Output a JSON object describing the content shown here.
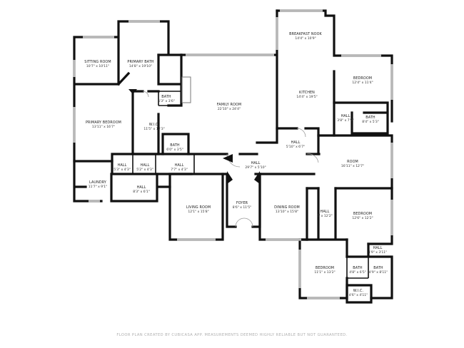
{
  "rooms": [
    {
      "id": "sitting-room",
      "name": "SITTING ROOM",
      "size": "10'7\" x 10'11\""
    },
    {
      "id": "primary-bath",
      "name": "PRIMARY BATH",
      "size": "14'8\" x 19'10\""
    },
    {
      "id": "bath-1",
      "name": "BATH",
      "size": "5'3\" x 3'6\""
    },
    {
      "id": "primary-bedroom",
      "name": "PRIMARY BEDROOM",
      "size": "13'11\" x 16'7\""
    },
    {
      "id": "wic-1",
      "name": "W.I.C.",
      "size": "11'5\" x 12'3\""
    },
    {
      "id": "bath-2",
      "name": "BATH",
      "size": "6'0\" x 3'5\""
    },
    {
      "id": "family-room",
      "name": "FAMILY ROOM",
      "size": "22'10\" x 24'4\""
    },
    {
      "id": "breakfast-nook",
      "name": "BREAKFAST NOOK",
      "size": "14'4\" x 10'9\""
    },
    {
      "id": "kitchen",
      "name": "KITCHEN",
      "size": "14'4\" x 19'5\""
    },
    {
      "id": "bedroom-1",
      "name": "BEDROOM",
      "size": "12'4\" x 11'4\""
    },
    {
      "id": "hall-1",
      "name": "HALL",
      "size": "3'8\" x 7'9\""
    },
    {
      "id": "bath-3",
      "name": "BATH",
      "size": "8'4\" x 5'3\""
    },
    {
      "id": "hall-2",
      "name": "HALL",
      "size": "5'10\" x 6'7\""
    },
    {
      "id": "room",
      "name": "ROOM",
      "size": "16'11\" x 12'7\""
    },
    {
      "id": "hall-3",
      "name": "HALL",
      "size": "5'3\" x 4'3\""
    },
    {
      "id": "hall-4",
      "name": "HALL",
      "size": "5'2\" x 4'3\""
    },
    {
      "id": "hall-5",
      "name": "HALL",
      "size": "7'7\" x 4'3\""
    },
    {
      "id": "hall-6",
      "name": "HALL",
      "size": "29'7\" x 5'10\""
    },
    {
      "id": "laundry",
      "name": "LAUNDRY",
      "size": "11'7\" x 9'1\""
    },
    {
      "id": "hall-7",
      "name": "HALL",
      "size": "8'3\" x 6'1\""
    },
    {
      "id": "living-room",
      "name": "LIVING ROOM",
      "size": "12'1\" x 15'8\""
    },
    {
      "id": "foyer",
      "name": "FOYER",
      "size": "8'6\" x 11'5\""
    },
    {
      "id": "dining-room",
      "name": "DINING ROOM",
      "size": "13'10\" x 15'8\""
    },
    {
      "id": "hall-8",
      "name": "HALL",
      "size": "7' x 12'2\""
    },
    {
      "id": "bedroom-2",
      "name": "BEDROOM",
      "size": "12'6\" x 12'2\""
    },
    {
      "id": "hall-9",
      "name": "HALL",
      "size": "4'9\" x 3'11\""
    },
    {
      "id": "bedroom-3",
      "name": "BEDROOM",
      "size": "11'1\" x 13'2\""
    },
    {
      "id": "bath-4",
      "name": "BATH",
      "size": "4'8\" x 6'5\""
    },
    {
      "id": "bath-5",
      "name": "BATH",
      "size": "4'9\" x 8'11\""
    },
    {
      "id": "wic-2",
      "name": "W.I.C.",
      "size": "4'6\" x 4'11\""
    }
  ],
  "footer": "FLOOR PLAN CREATED BY CUBICASA APP. MEASUREMENTS DEEMED HIGHLY RELIABLE BUT NOT GUARANTEED.",
  "colors": {
    "wall": "#111111",
    "window": "#b8b8b8",
    "text": "#222222",
    "footer": "#b0b0b0"
  }
}
